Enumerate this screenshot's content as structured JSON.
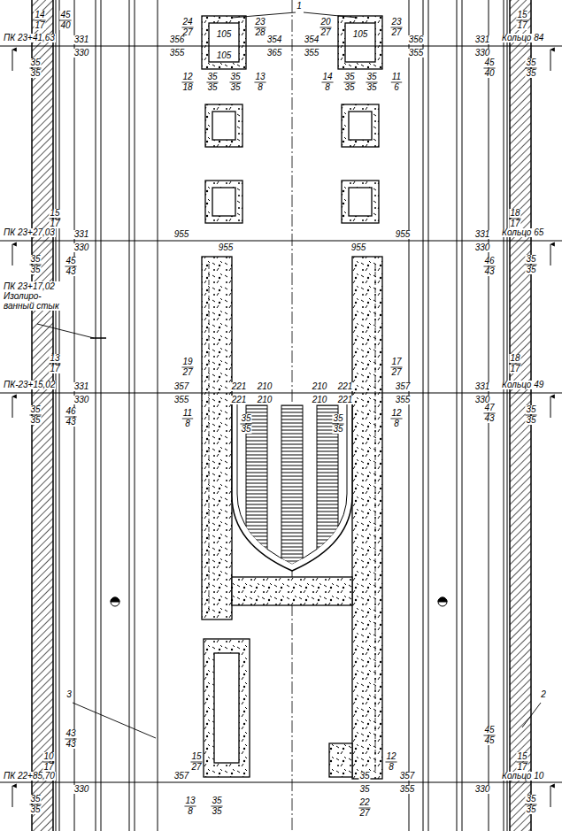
{
  "diagram": {
    "labels": [
      "1",
      "14",
      "17",
      "45",
      "40",
      "24",
      "27",
      "23",
      "28",
      "20",
      "27",
      "23",
      "27",
      "15",
      "17",
      "ПК 23+41,63",
      "331",
      "330",
      "356",
      "355",
      "105",
      "105",
      "354",
      "365",
      "354",
      "355",
      "105",
      "356",
      "355",
      "331",
      "330",
      "Кольцо 84",
      "35",
      "35",
      "45",
      "40",
      "35",
      "35",
      "12",
      "18",
      "35",
      "35",
      "35",
      "35",
      "13",
      "8",
      "14",
      "8",
      "35",
      "35",
      "35",
      "35",
      "11",
      "6",
      "15",
      "17",
      "18",
      "17",
      "ПК 23+27,03",
      "331",
      "330",
      "955",
      "955",
      "Кольцо 65",
      "331",
      "330",
      "955",
      "955",
      "35",
      "35",
      "45",
      "43",
      "46",
      "43",
      "35",
      "35",
      "ПК 23+17,02 Изолиро- ванный стык",
      "13",
      "17",
      "19",
      "27",
      "17",
      "27",
      "18",
      "17",
      "ПК-23+15,02",
      "331",
      "330",
      "357",
      "355",
      "221",
      "221",
      "210",
      "210",
      "210",
      "210",
      "221",
      "221",
      "357",
      "355",
      "331",
      "330",
      "Кольцо 49",
      "11",
      "8",
      "35",
      "35",
      "35",
      "35",
      "12",
      "8",
      "35",
      "35",
      "46",
      "43",
      "47",
      "43",
      "35",
      "35",
      "3",
      "2",
      "43",
      "43",
      "45",
      "45",
      "10",
      "17",
      "15",
      "27",
      "12",
      "8",
      "15",
      "17",
      "ПК 22+85,70",
      "330",
      "357",
      "35",
      "35",
      "357",
      "355",
      "330",
      "Кольцо 10",
      "35",
      "35",
      "13",
      "8",
      "35",
      "35",
      "22",
      "27",
      "35",
      "35"
    ]
  }
}
